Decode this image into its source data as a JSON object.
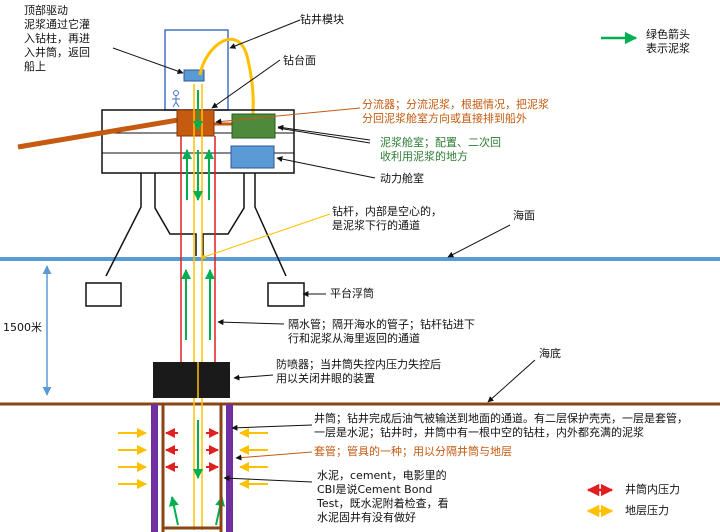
{
  "labels": {
    "top_left": "顶部驱动\n泥浆通过它灌\n入钻柱，再进\n入井筒，返回\n船上",
    "drill_module": "钻井模块",
    "drill_floor": "钻台面",
    "legend_green": "绿色箭头\n表示泥浆",
    "diverter": "分流器；分流泥浆，根据情况，把泥浆\n分回泥浆舱室方向或直接排到船外",
    "mud_room": "泥浆舱室；配置、二次回\n收利用泥浆的地方",
    "power_room": "动力舱室",
    "drill_pipe": "钻杆，内部是空心的，\n是泥浆下行的通道",
    "sea_surface": "海面",
    "pontoon": "平台浮筒",
    "depth": "1500米",
    "riser": "隔水管；隔开海水的管子；钻杆钻进下\n行和泥浆从海里返回的通道",
    "seabed": "海底",
    "bop": "防喷器；当井筒失控内压力失控后\n用以关闭井眼的装置",
    "wellbore": "井筒；钻井完成后油气被输送到地面的通道。有二层保护壳壳，一层是套管，\n一层是水泥；钻井时，井筒中有一根中空的钻柱，内外都充满的泥浆",
    "casing": "套管；管具的一种；用以分隔井筒与地层",
    "cement": "水泥，cement，电影里的\nCBI是说Cement Bond\nTest，既水泥附着检查，看\n水泥固井有没有做好",
    "legend_red": "井筒内压力",
    "legend_yellow": "地层压力"
  },
  "colors": {
    "mud_green": "#00b050",
    "pressure_red": "#e02020",
    "formation_yellow": "#ffc000",
    "sea_blue": "#5b9bd5",
    "seabed_brown": "#8b4513",
    "casing_purple": "#7030a0",
    "diverter_orange": "#c55a11",
    "mud_room_green": "#4e8a3c",
    "power_room_blue": "#5b9bd5"
  }
}
